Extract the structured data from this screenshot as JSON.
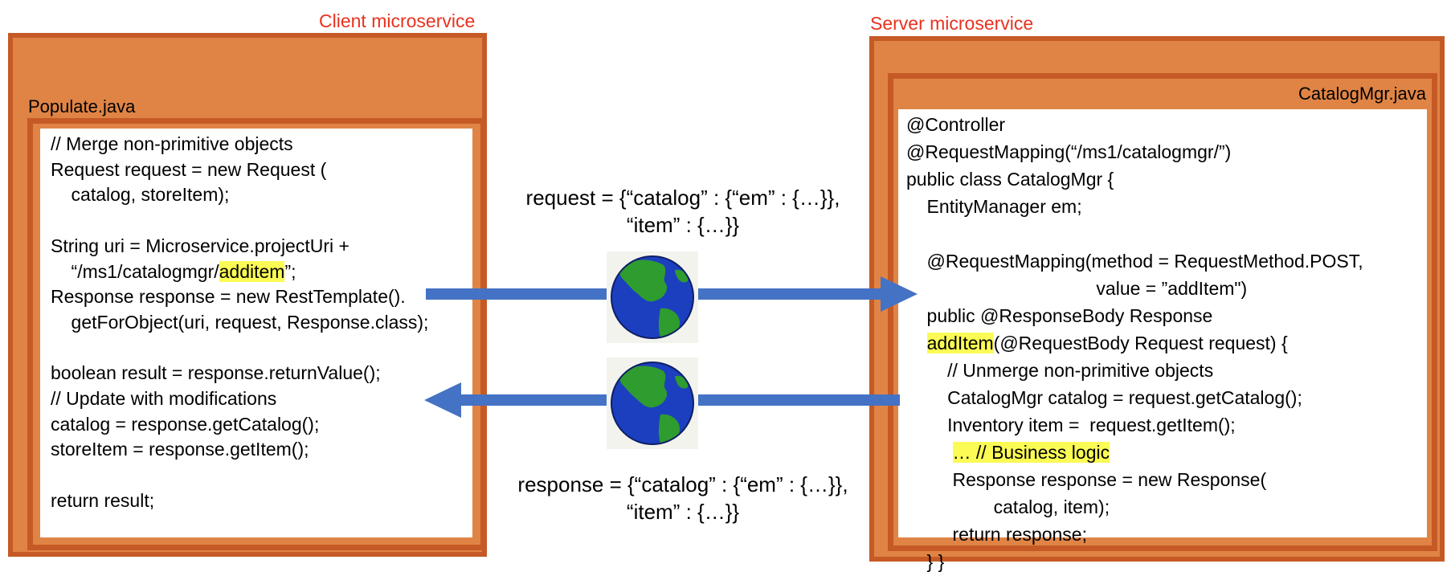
{
  "colors": {
    "title_red": "#e8321f",
    "box_fill": "#e08445",
    "box_border": "#c55a26",
    "arrow_blue": "#4472c4",
    "highlight": "#fbfb55",
    "ocean": "#1c3fbf",
    "land": "#2f9c2f"
  },
  "icons": {
    "network": "globe-icon"
  },
  "client": {
    "title": "Client microservice",
    "file_name": "Populate.java",
    "code": [
      {
        "text": "// Merge non-primitive objects"
      },
      {
        "text": "Request request = new Request ("
      },
      {
        "text": "    catalog, storeItem);"
      },
      {
        "text": ""
      },
      {
        "text": "String uri = Microservice.projectUri +"
      },
      {
        "text": "    “/ms1/catalogmgr/",
        "hl": "additem",
        "post": "”;"
      },
      {
        "text": "Response response = new RestTemplate()."
      },
      {
        "text": "    getForObject(uri, request, Response.class);"
      },
      {
        "text": ""
      },
      {
        "text": "boolean result = response.returnValue();"
      },
      {
        "text": "// Update with modifications"
      },
      {
        "text": "catalog = response.getCatalog();"
      },
      {
        "text": "storeItem = response.getItem();"
      },
      {
        "text": ""
      },
      {
        "text": "return result;"
      }
    ]
  },
  "server": {
    "title": "Server microservice",
    "file_name": "CatalogMgr.java",
    "code": [
      {
        "text": "@Controller"
      },
      {
        "text": "@RequestMapping(“/ms1/catalogmgr/”)"
      },
      {
        "text": "public class CatalogMgr {"
      },
      {
        "text": "    EntityManager em;"
      },
      {
        "text": ""
      },
      {
        "text": "    @RequestMapping(method = RequestMethod.POST,"
      },
      {
        "text": "                                     value = ”addItem\")"
      },
      {
        "text": "    public @ResponseBody Response"
      },
      {
        "text": "    ",
        "hl": "addItem",
        "post": "(@RequestBody Request request) {"
      },
      {
        "text": "        // Unmerge non-primitive objects"
      },
      {
        "text": "        CatalogMgr catalog = request.getCatalog();"
      },
      {
        "text": "        Inventory item =  request.getItem();"
      },
      {
        "text": "         ",
        "hl": "… // Business logic",
        "post": ""
      },
      {
        "text": "         Response response = new Response("
      },
      {
        "text": "                 catalog, item);"
      },
      {
        "text": "         return response;"
      },
      {
        "text": "    } }"
      }
    ]
  },
  "request": {
    "line1": "request = {“catalog” : {“em” : {…}},",
    "line2": "“item” : {…}}"
  },
  "response": {
    "line1": "response = {“catalog” : {“em” : {…}},",
    "line2": "“item” : {…}}"
  }
}
